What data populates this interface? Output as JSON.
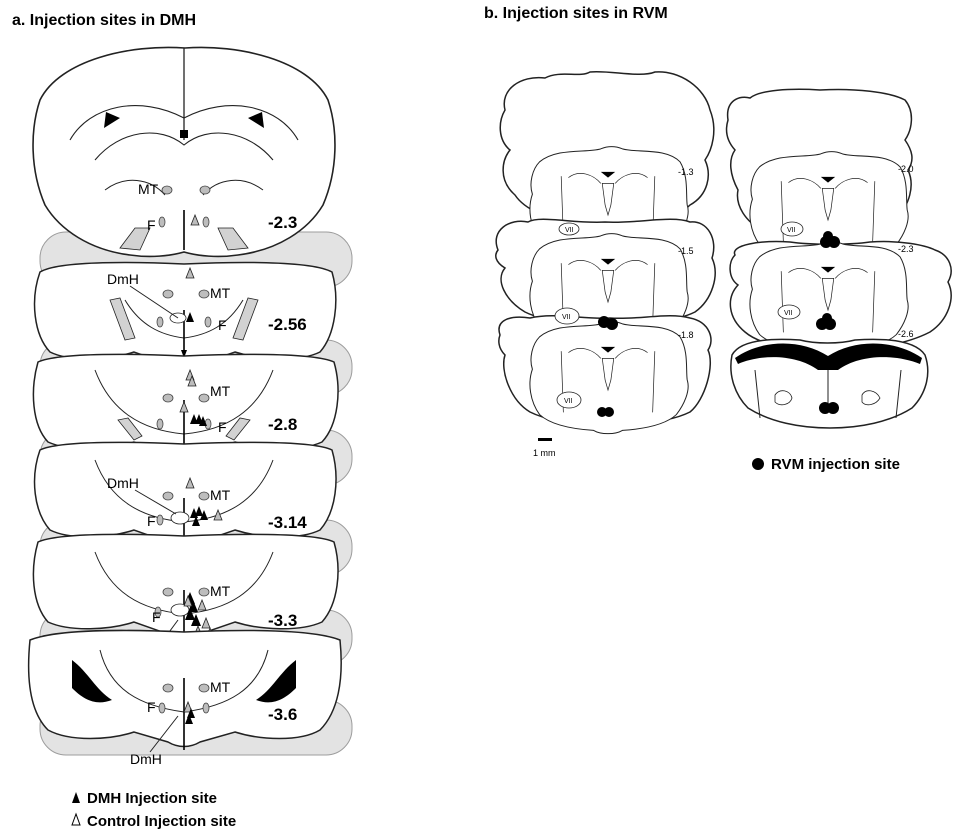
{
  "panel_a": {
    "title": "a.  Injection sites in DMH",
    "label_mt": "MT",
    "label_f": "F",
    "label_dmh": "DmH",
    "sections": [
      {
        "coordinate": "-2.3"
      },
      {
        "coordinate": "-2.56"
      },
      {
        "coordinate": "-2.8"
      },
      {
        "coordinate": "-3.14"
      },
      {
        "coordinate": "-3.3"
      },
      {
        "coordinate": "-3.6"
      }
    ],
    "legend": {
      "dmh_text": "DMH Injection site",
      "control_text": "Control Injection site",
      "dmh_color": "#000000",
      "control_color": "#bdbdbd"
    }
  },
  "panel_b": {
    "title": "b.  Injection sites in RVM",
    "section_labels": [
      "-1.3",
      "-1.5",
      "-1.8",
      "-2.0",
      "-2.3",
      "-2.6"
    ],
    "nucleus_label": "VII",
    "scale_bar_label": "1 mm",
    "legend": {
      "text": "RVM injection site",
      "color": "#000000"
    }
  },
  "colors": {
    "tissue_fill": "#ffffff",
    "outline": "#222222",
    "shadow": "#e3e3e3",
    "marker_gray": "#bdbdbd"
  }
}
